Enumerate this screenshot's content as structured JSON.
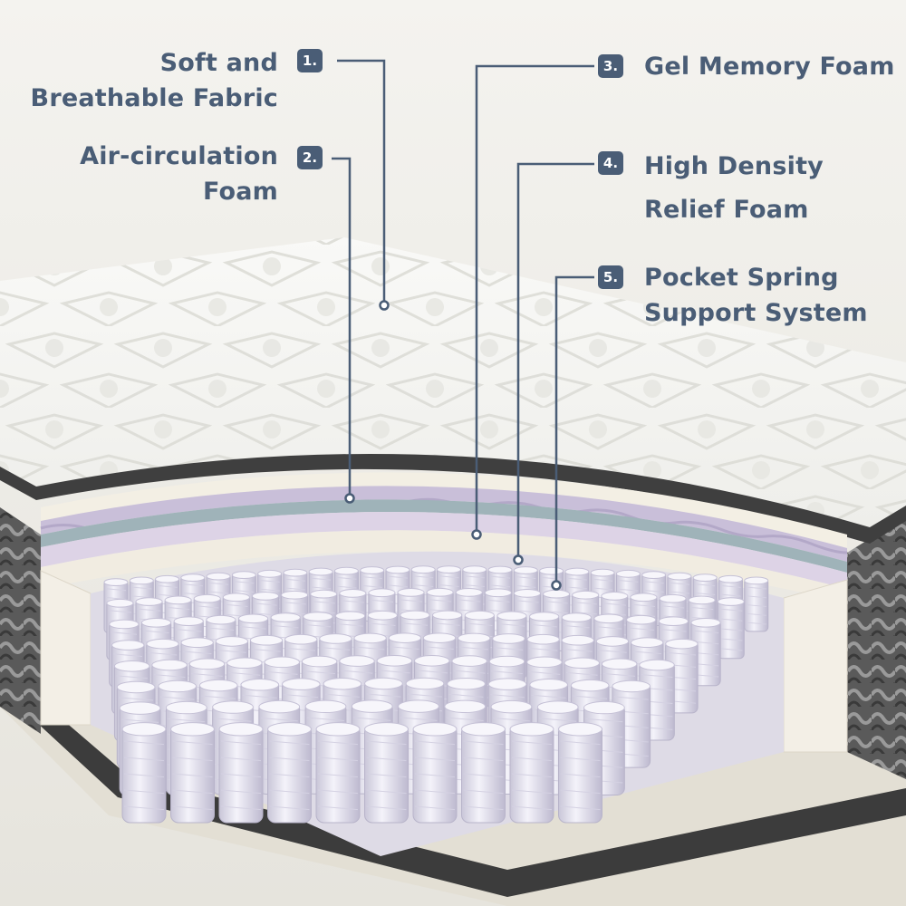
{
  "callouts": [
    {
      "number": "1.",
      "lines": [
        "Soft and",
        "Breathable Fabric"
      ]
    },
    {
      "number": "2.",
      "lines": [
        "Air-circulation",
        "Foam"
      ]
    },
    {
      "number": "3.",
      "lines": [
        "Gel Memory Foam"
      ]
    },
    {
      "number": "4.",
      "lines": [
        "High Density",
        "Relief Foam"
      ]
    },
    {
      "number": "5.",
      "lines": [
        "Pocket Spring",
        "Support System"
      ]
    }
  ],
  "colors": {
    "label_text": "#4a5d76",
    "badge_bg": "#4a5d76",
    "badge_text": "#ffffff",
    "background": "#ecebe6",
    "fabric": "#f7f7f4",
    "air_foam": "#c9bfd9",
    "gel_foam": "#9fb3b9",
    "relief_foam": "#ddd3e6",
    "base_foam": "#f1ece1",
    "springs": "#e8e6f2",
    "border_band": "#4b4b4b"
  },
  "icons": {
    "leader_dot": "dot-marker-icon"
  }
}
